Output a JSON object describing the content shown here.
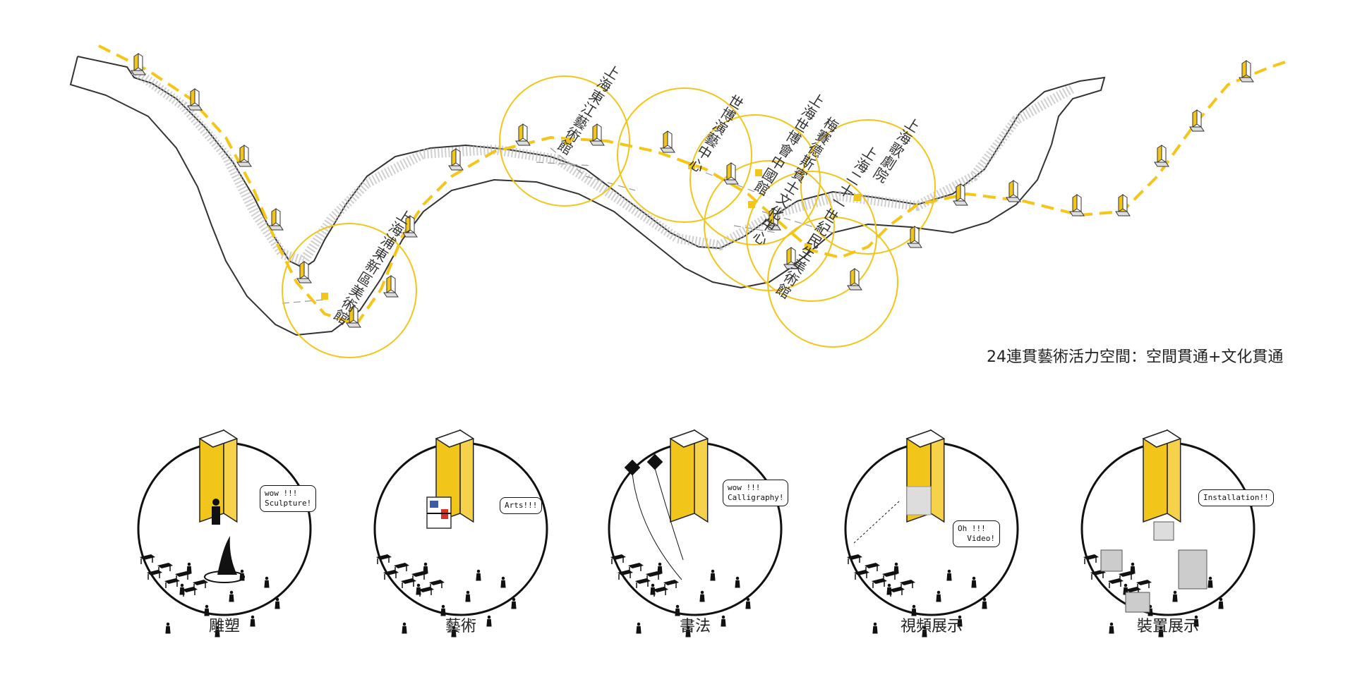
{
  "caption": "24連貫藝術活力空間：空間貫通+文化貫通",
  "venues": [
    {
      "label": "上海浦東新區美術館"
    },
    {
      "label": "上海東江藝術館"
    },
    {
      "label": "世博演藝中心"
    },
    {
      "label": "上海世博會中國館"
    },
    {
      "label": "梅賽德斯賓士文化中心"
    },
    {
      "label": "上海二十一世紀民生美術館"
    },
    {
      "label": "上海歌劇院"
    }
  ],
  "panels": [
    {
      "title": "雕塑",
      "bubble": "wow !!!\nSculpture!"
    },
    {
      "title": "藝術",
      "bubble": "Arts!!!"
    },
    {
      "title": "書法",
      "bubble": "wow !!!\nCalligraphy!"
    },
    {
      "title": "視頻展示",
      "bubble": "Oh !!!\n  Video!"
    },
    {
      "title": "裝置展示",
      "bubble": "Installation!!"
    }
  ],
  "colors": {
    "accent": "#f2c51b",
    "route": "#f5c518",
    "line": "#222222"
  }
}
